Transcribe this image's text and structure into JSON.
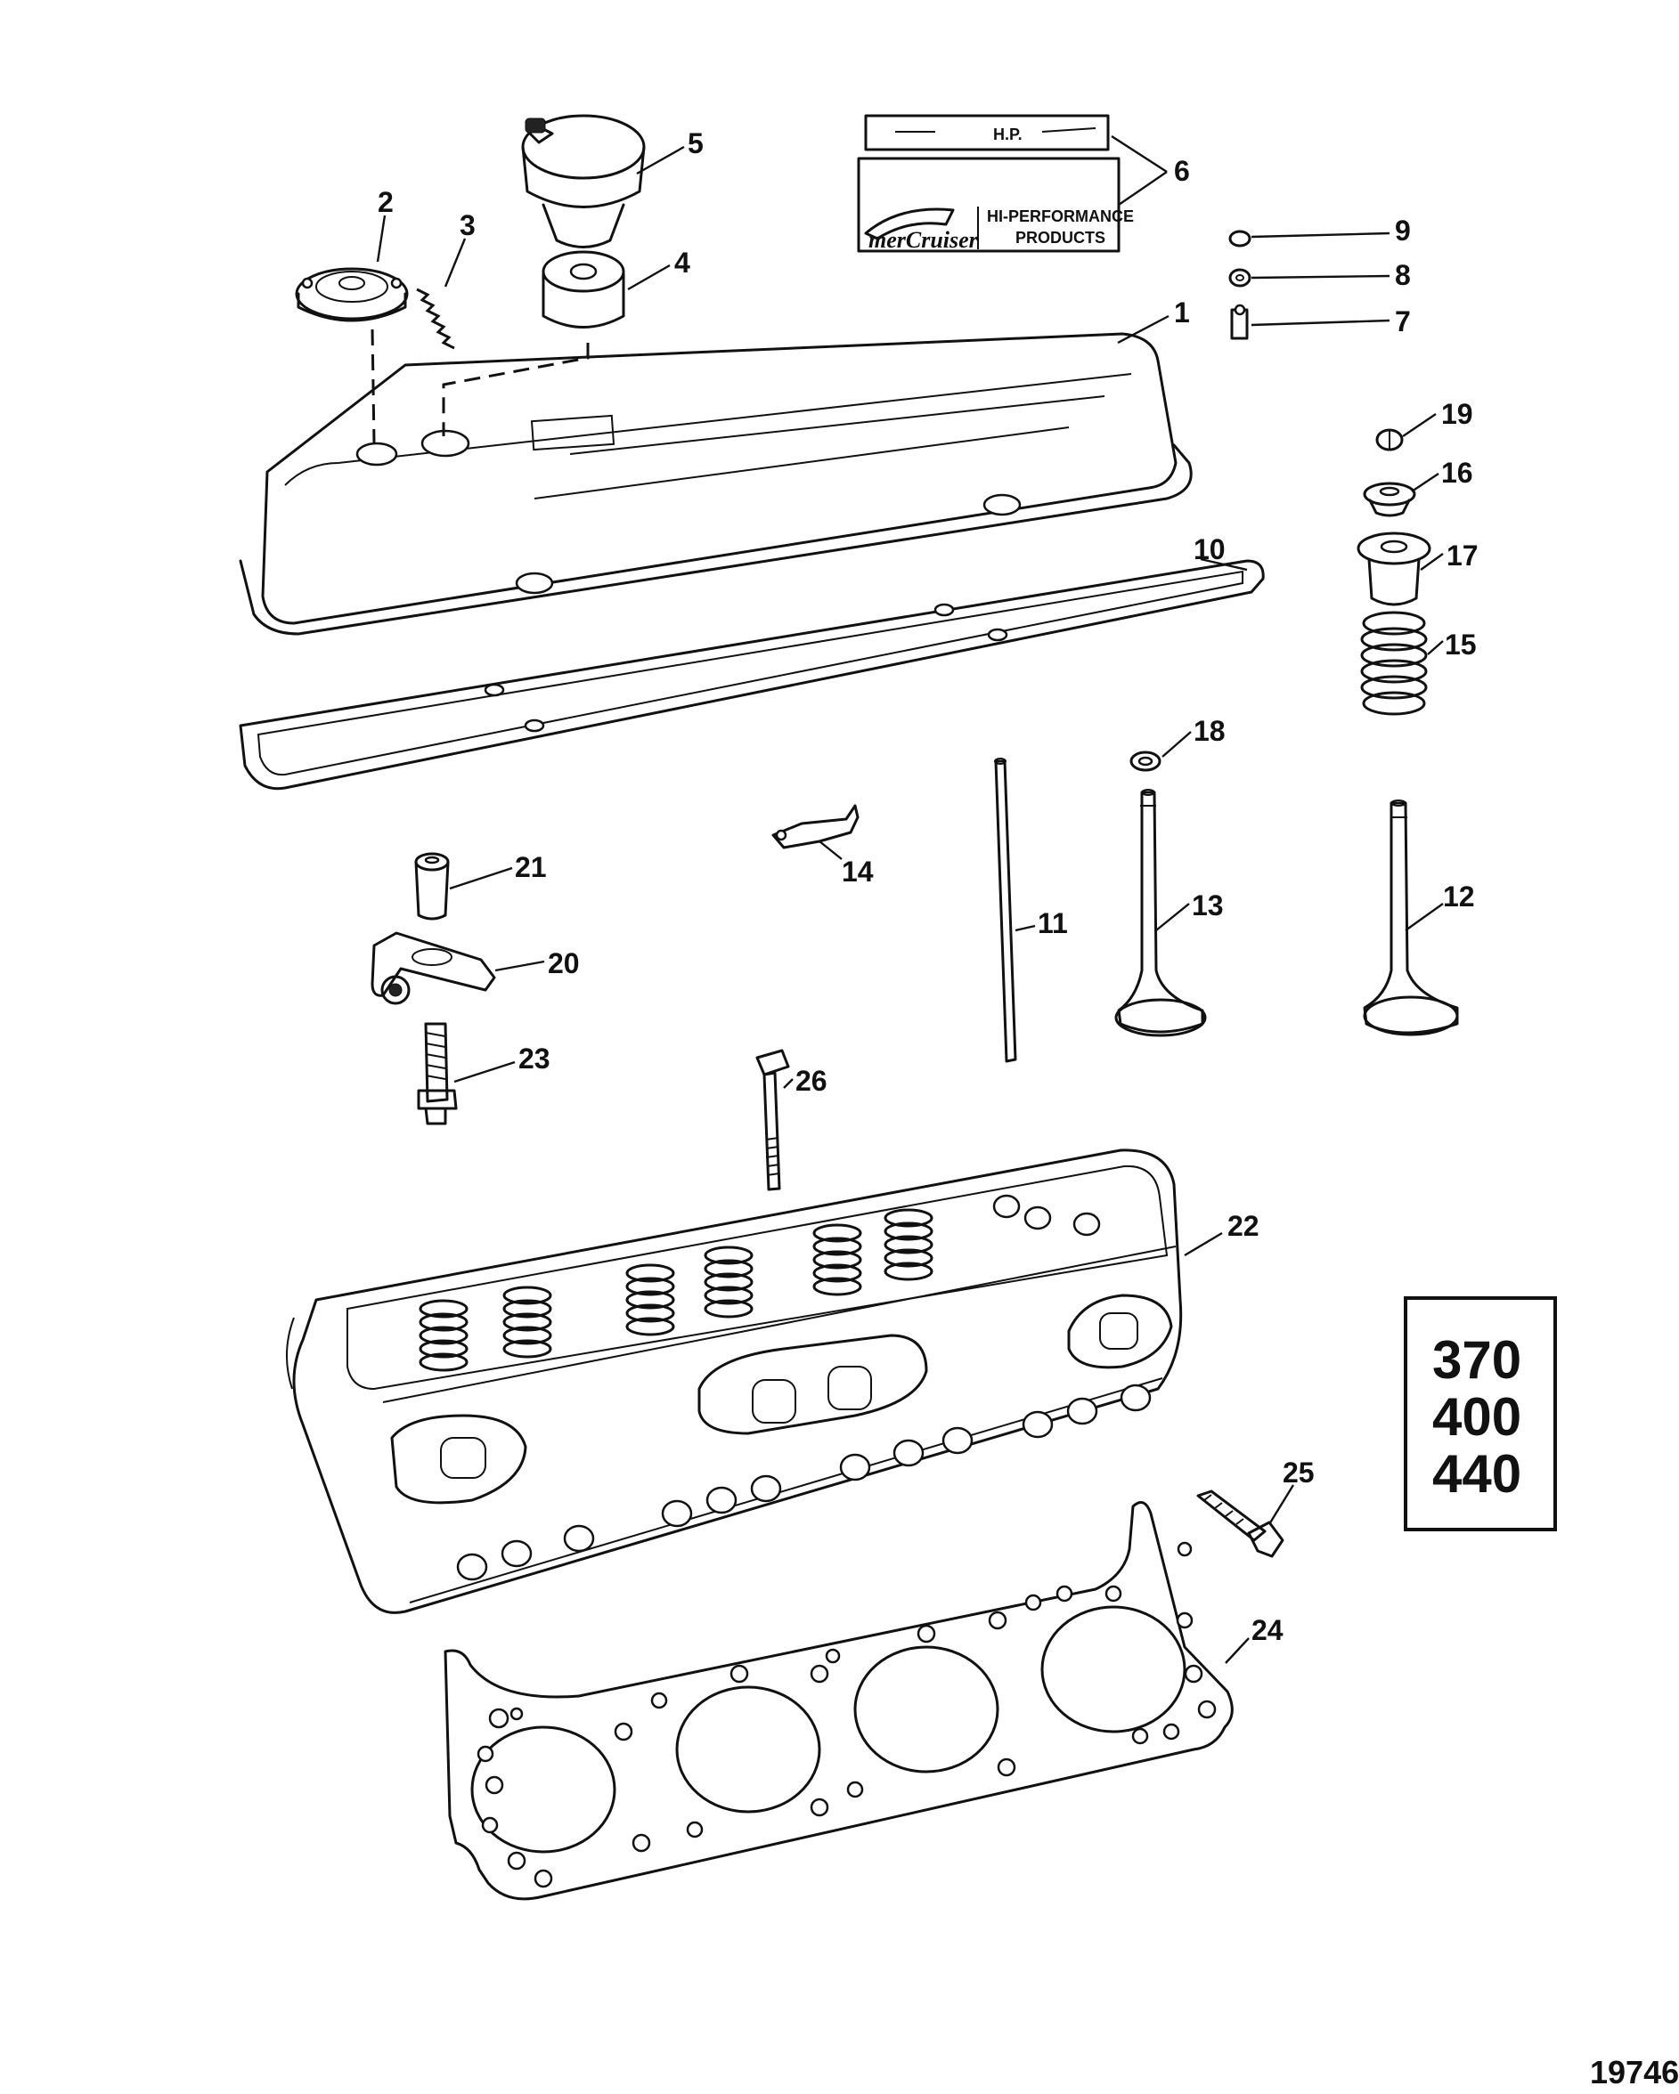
{
  "callouts": [
    {
      "n": "1"
    },
    {
      "n": "2"
    },
    {
      "n": "3"
    },
    {
      "n": "4"
    },
    {
      "n": "5"
    },
    {
      "n": "6"
    },
    {
      "n": "7"
    },
    {
      "n": "8"
    },
    {
      "n": "9"
    },
    {
      "n": "10"
    },
    {
      "n": "11"
    },
    {
      "n": "12"
    },
    {
      "n": "13"
    },
    {
      "n": "14"
    },
    {
      "n": "15"
    },
    {
      "n": "16"
    },
    {
      "n": "17"
    },
    {
      "n": "18"
    },
    {
      "n": "19"
    },
    {
      "n": "20"
    },
    {
      "n": "21"
    },
    {
      "n": "22"
    },
    {
      "n": "23"
    },
    {
      "n": "24"
    },
    {
      "n": "25"
    },
    {
      "n": "26"
    }
  ],
  "decal": {
    "hp_label": "H.P.",
    "brand": "merCruiser",
    "line1": "HI-PERFORMANCE",
    "line2": "PRODUCTS"
  },
  "model_badge": {
    "models": [
      "370",
      "400",
      "440"
    ]
  },
  "reference_number": "19746"
}
